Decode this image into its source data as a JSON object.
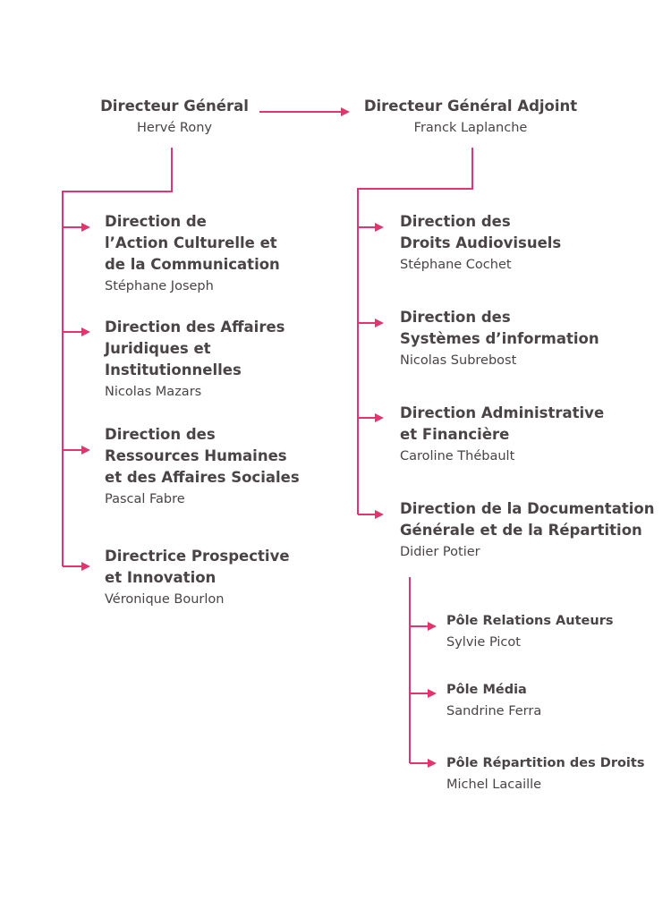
{
  "colors": {
    "accent": "#e6336e",
    "text": "#4a4447",
    "background": "#ffffff"
  },
  "top": {
    "dg": {
      "title": "Directeur Général",
      "name": "Hervé Rony"
    },
    "dga": {
      "title": "Directeur Général Adjoint",
      "name": "Franck Laplanche"
    }
  },
  "left": [
    {
      "title": "Direction de\nl’Action Culturelle et\nde la Communication",
      "name": "Stéphane Joseph"
    },
    {
      "title": "Direction des Affaires\nJuridiques et\nInstitutionnelles",
      "name": "Nicolas Mazars"
    },
    {
      "title": "Direction des\nRessources Humaines\net des Affaires Sociales",
      "name": "Pascal Fabre"
    },
    {
      "title": "Directrice Prospective\net Innovation",
      "name": "Véronique Bourlon"
    }
  ],
  "right": [
    {
      "title": "Direction des\nDroits Audiovisuels",
      "name": "Stéphane Cochet"
    },
    {
      "title": "Direction des\nSystèmes d’information",
      "name": "Nicolas Subrebost"
    },
    {
      "title": "Direction Administrative\net Financière",
      "name": "Caroline Thébault"
    },
    {
      "title": "Direction de la Documentation\nGénérale et de la Répartition",
      "name": "Didier Potier"
    }
  ],
  "poles": [
    {
      "title": "Pôle Relations Auteurs",
      "name": "Sylvie Picot"
    },
    {
      "title": "Pôle Média",
      "name": "Sandrine Ferra"
    },
    {
      "title": "Pôle Répartition des Droits",
      "name": "Michel Lacaille"
    }
  ]
}
